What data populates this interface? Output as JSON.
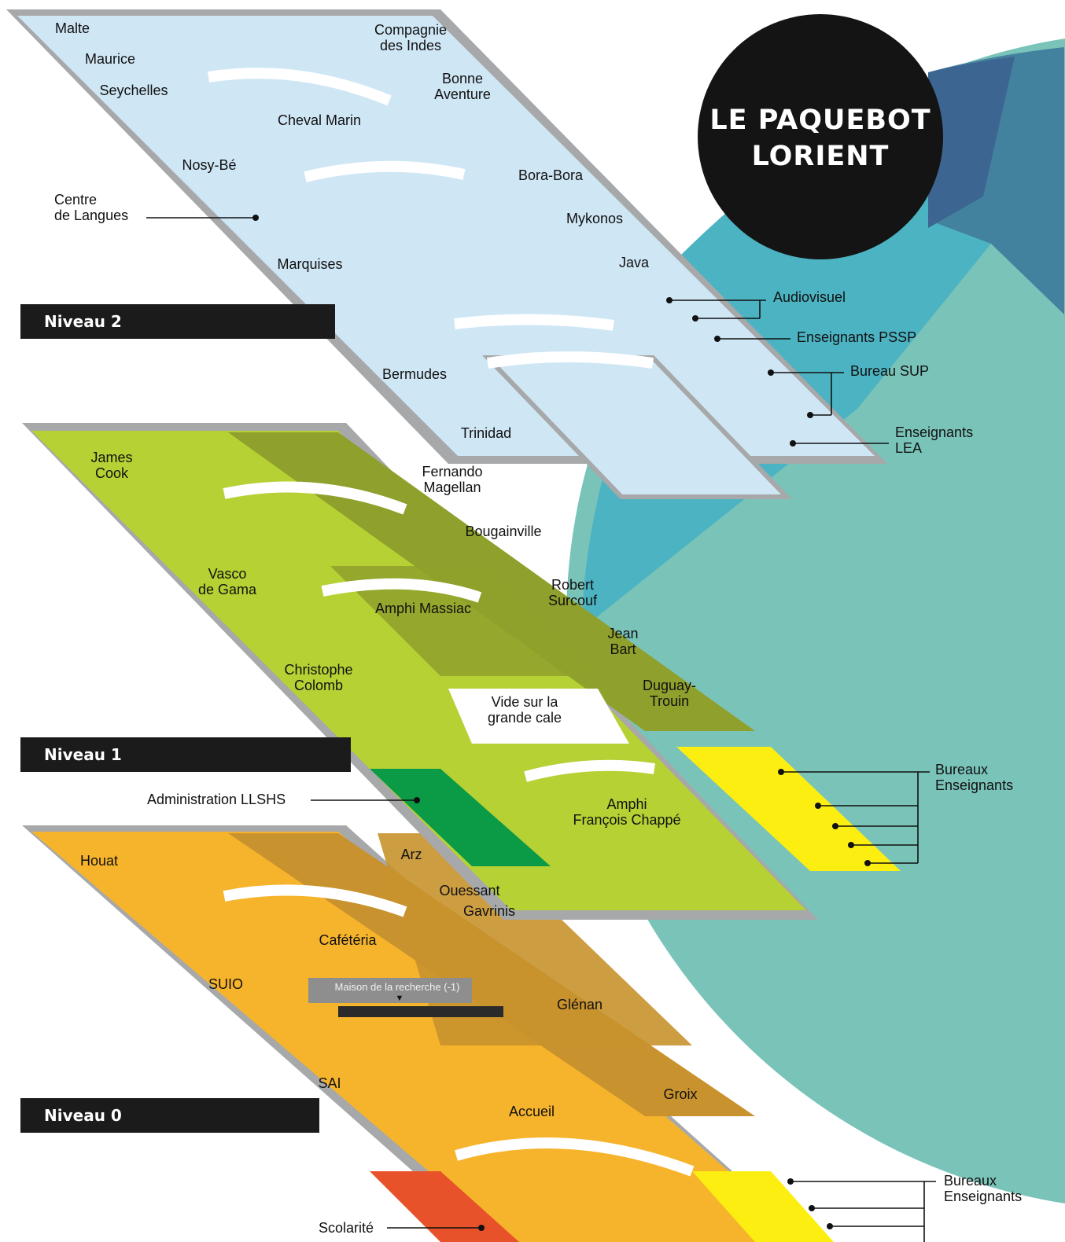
{
  "title": "LE PAQUEBOT\nLORIENT",
  "colors": {
    "level2_floor": "#cfe6f5",
    "level1_floor": "#b5d134",
    "level1_dark": "#8fa02c",
    "level0_floor": "#f6b42c",
    "level0_dark": "#c8922e",
    "wall": "#a7a8a9",
    "admin_green": "#0b9a46",
    "office_yellow": "#fdee12",
    "scolarite_red": "#e8522a",
    "pillar_green": "#74932a",
    "teal_circle": "#7ac3b9",
    "teal_mid": "#4cb3c2",
    "blue_dark": "#3c6691"
  },
  "levels": [
    {
      "id": "niveau-2",
      "label": "Niveau 2"
    },
    {
      "id": "niveau-1",
      "label": "Niveau 1"
    },
    {
      "id": "niveau-0",
      "label": "Niveau 0"
    }
  ],
  "rooms": {
    "level2": [
      "Malte",
      "Maurice",
      "Seychelles",
      "Nosy-Bé",
      "Marquises",
      "Bermudes",
      "Trinidad",
      "Compagnie\ndes Indes",
      "Bonne\nAventure",
      "Cheval Marin",
      "Bora-Bora",
      "Mykonos",
      "Java"
    ],
    "level1": [
      "James\nCook",
      "Vasco\nde Gama",
      "Christophe\nColomb",
      "Fernando\nMagellan",
      "Bougainville",
      "Amphi Massiac",
      "Robert\nSurcouf",
      "Jean\nBart",
      "Duguay-\nTrouin",
      "Vide sur la\ngrande cale",
      "Amphi\nFrançois Chappé"
    ],
    "level0": [
      "Houat",
      "Arz",
      "Ouessant",
      "Gavrinis",
      "Cafétéria",
      "SUIO",
      "Glénan",
      "SAI",
      "Groix",
      "Accueil"
    ]
  },
  "maison_recherche": "Maison de la recherche (-1)",
  "callouts": {
    "centre_langues": "Centre\nde Langues",
    "audiovisuel": "Audiovisuel",
    "enseignants_pssp": "Enseignants PSSP",
    "bureau_sup": "Bureau SUP",
    "enseignants_lea": "Enseignants\nLEA",
    "bureaux_enseignants_1": "Bureaux\nEnseignants",
    "administration_llshs": "Administration LLSHS",
    "bureaux_enseignants_0": "Bureaux\nEnseignants",
    "scolarite": "Scolarité"
  }
}
